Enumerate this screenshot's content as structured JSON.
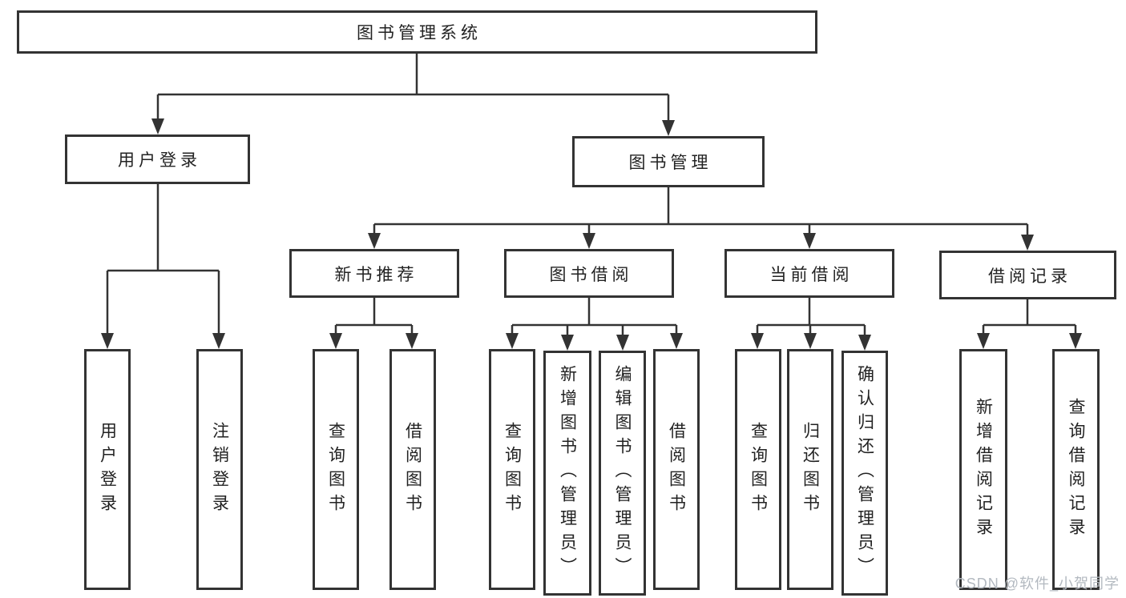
{
  "diagram": {
    "title": "图书管理系统",
    "level2": [
      "用户登录",
      "图书管理"
    ],
    "level3": [
      "新书推荐",
      "图书借阅",
      "当前借阅",
      "借阅记录"
    ],
    "leaves": {
      "user_login": [
        "用户登录",
        "注销登录"
      ],
      "new_book": [
        "查询图书",
        "借阅图书"
      ],
      "book_borrow": [
        "查询图书",
        "新增图书（管理员）",
        "编辑图书（管理员）",
        "借阅图书"
      ],
      "current_borrow": [
        "查询图书",
        "归还图书",
        "确认归还（管理员）"
      ],
      "borrow_record": [
        "新增借阅记录",
        "查询借阅记录"
      ]
    }
  },
  "watermark": "CSDN @软件_小贺同学",
  "colors": {
    "line": "#333333",
    "text": "#222222",
    "watermark": "#b3b9c0",
    "background": "#ffffff"
  }
}
